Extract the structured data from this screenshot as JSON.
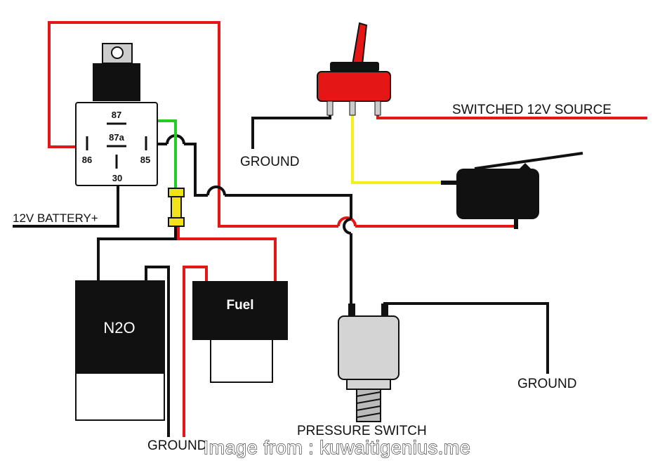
{
  "labels": {
    "switched_source": "SWITCHED 12V SOURCE",
    "ground_top": "GROUND",
    "battery": "12V BATTERY+",
    "ground_right": "GROUND",
    "ground_bottom": "GROUND",
    "pressure_switch": "PRESSURE SWITCH",
    "n2o": "N2O",
    "fuel": "Fuel"
  },
  "relay_pins": {
    "p87": "87",
    "p87a": "87a",
    "p86": "86",
    "p85": "85",
    "p30": "30"
  },
  "watermark": "Image from : kuwaitigenius.me",
  "colors": {
    "positive_wire": "#e51616",
    "ground_wire": "#111111",
    "relay_output_wire": "#22cc22",
    "microswitch_wire": "#f2f21a",
    "fuse": "#f2e21a",
    "toggle_body": "#e51616",
    "pressure_switch_body": "#d4d4d4"
  }
}
